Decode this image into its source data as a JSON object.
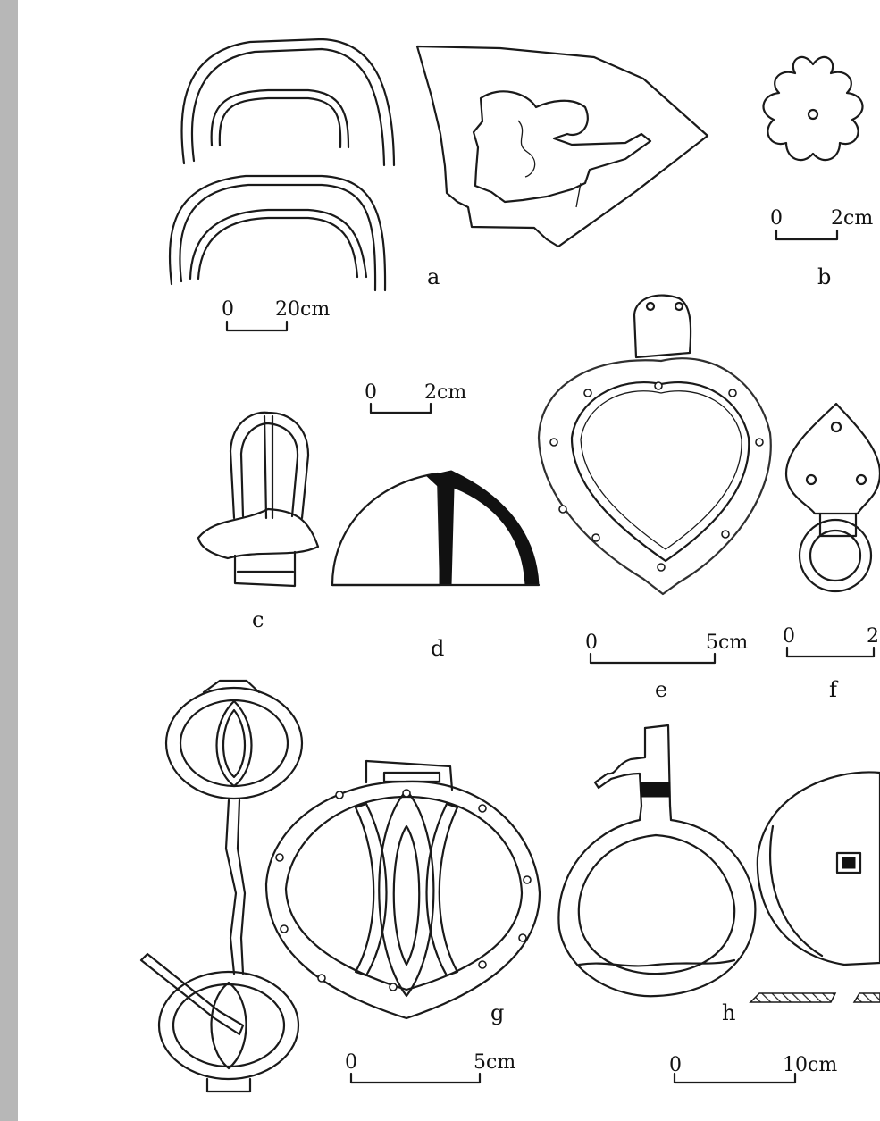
{
  "figure": {
    "labels": {
      "a": "a",
      "b": "b",
      "c": "c",
      "d": "d",
      "e": "e",
      "f": "f",
      "g": "g",
      "h": "h"
    },
    "scales": [
      {
        "id": "scale-a",
        "left": "0",
        "right": "20cm"
      },
      {
        "id": "scale-b",
        "left": "0",
        "right": "2cm"
      },
      {
        "id": "scale-cd",
        "left": "0",
        "right": "2cm"
      },
      {
        "id": "scale-e",
        "left": "0",
        "right": "5cm"
      },
      {
        "id": "scale-f",
        "left": "0",
        "right": "2"
      },
      {
        "id": "scale-g",
        "left": "0",
        "right": "5cm"
      },
      {
        "id": "scale-h",
        "left": "0",
        "right": "10cm"
      }
    ]
  }
}
